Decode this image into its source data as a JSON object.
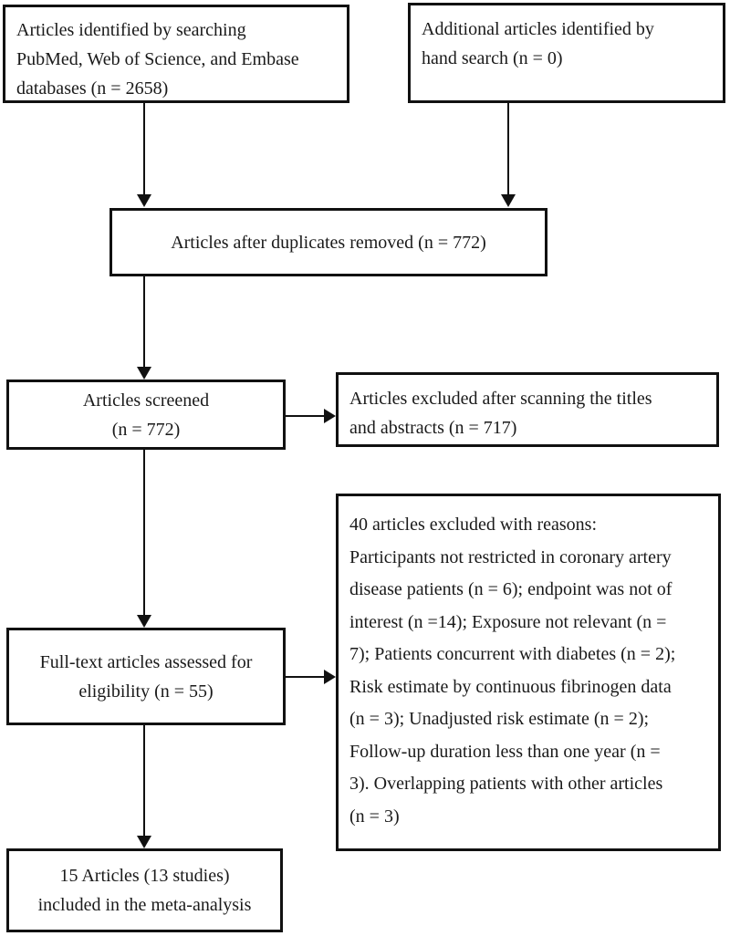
{
  "colors": {
    "line": "#111111",
    "background": "#ffffff",
    "text": "#1a1a1a"
  },
  "boxes": {
    "identified": {
      "lines": [
        "Articles identified by searching",
        "PubMed, Web of Science, and Embase",
        "databases (n = 2658)"
      ]
    },
    "hand_search": {
      "lines": [
        "Additional articles identified by",
        "hand search (n = 0)"
      ]
    },
    "duplicates_removed": {
      "lines": [
        "Articles after duplicates removed (n = 772)"
      ]
    },
    "screened": {
      "lines": [
        "Articles screened",
        "(n = 772)"
      ]
    },
    "excluded_title_abstract": {
      "lines": [
        "Articles excluded after scanning the titles",
        "and abstracts (n = 717)"
      ]
    },
    "fulltext_assessed": {
      "lines": [
        "Full-text articles assessed for",
        "eligibility (n = 55)"
      ]
    },
    "excluded_fulltext": {
      "lines": [
        "40 articles excluded with reasons:",
        "Participants not restricted in coronary artery",
        "disease patients (n = 6); endpoint was not of",
        "interest (n =14); Exposure not relevant (n =",
        "7); Patients concurrent with diabetes (n = 2);",
        "Risk estimate by continuous fibrinogen data",
        "(n = 3); Unadjusted risk estimate (n = 2);",
        "Follow-up duration less than one year (n =",
        "3). Overlapping patients with other articles",
        "(n = 3)"
      ]
    },
    "included": {
      "lines": [
        "15 Articles (13 studies)",
        "included in the meta-analysis"
      ]
    }
  }
}
